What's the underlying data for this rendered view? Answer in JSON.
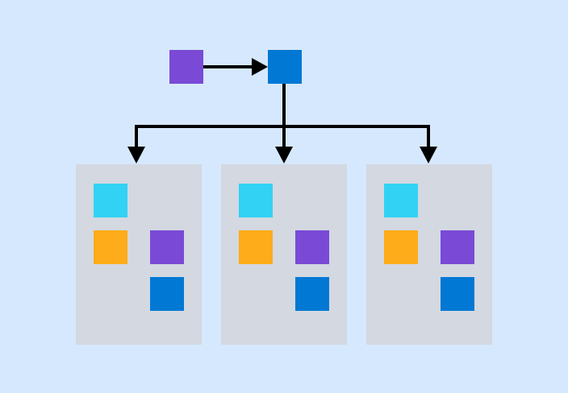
{
  "diagram": {
    "colors": {
      "background": "#d6e8fd",
      "panel": "#d3d8e1",
      "purple": "#7a4ad6",
      "blue": "#0078d4",
      "cyan": "#32d2f4",
      "orange": "#feac19",
      "connector": "#000000"
    },
    "source_nodes": [
      {
        "id": "source-node",
        "color_key": "purple"
      },
      {
        "id": "hub-node",
        "color_key": "blue"
      }
    ],
    "edges": [
      {
        "from": "source-node",
        "to": "hub-node"
      },
      {
        "from": "hub-node",
        "to": "panel-1"
      },
      {
        "from": "hub-node",
        "to": "panel-2"
      },
      {
        "from": "hub-node",
        "to": "panel-3"
      }
    ],
    "panels": [
      {
        "id": "panel-1",
        "tiles": [
          "cyan",
          "orange",
          "purple",
          "blue"
        ]
      },
      {
        "id": "panel-2",
        "tiles": [
          "cyan",
          "orange",
          "purple",
          "blue"
        ]
      },
      {
        "id": "panel-3",
        "tiles": [
          "cyan",
          "orange",
          "purple",
          "blue"
        ]
      }
    ]
  }
}
